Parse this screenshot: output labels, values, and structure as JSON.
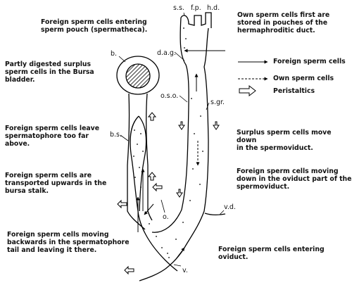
{
  "annotations": {
    "foreign_entering_pouch": "Foreign sperm cells entering\nsperm pouch (spermatheca).",
    "own_stored_pouches": "Own sperm cells first are\nstored in pouches of the\nhermaphroditic duct.",
    "partly_digested": "Partly digested surplus\nsperm cells in the Bursa\nbladder.",
    "foreign_leave_spermatophore": "Foreign sperm cells leave\nspermatophore too far\nabove.",
    "foreign_transported_upwards": "Foreign sperm cells are\ntransported upwards in the\nbursa stalk.",
    "foreign_moving_backwards": "Foreign sperm cells moving\nbackwards in the spermatophore\ntail and leaving it there.",
    "surplus_move_down": "Surplus sperm cells move down\nin the spermoviduct.",
    "foreign_moving_down_oviduct": "Foreign sperm cells moving\ndown in the oviduct part of the\nspermoviduct.",
    "foreign_entering_oviduct": "Foreign sperm cells entering\noviduct."
  },
  "labels": {
    "ss": "s.s.",
    "fp": "f.p.",
    "hd": "h.d.",
    "b": "b.",
    "dag": "d.a.g.",
    "oso": "o.s.o.",
    "sgr": "s.gr.",
    "bs": "b.s.",
    "o": "o.",
    "vd": "v.d.",
    "v": "v."
  },
  "legend": {
    "foreign": "Foreign sperm cells",
    "own": "Own sperm cells",
    "peristaltics": "Peristaltics"
  }
}
